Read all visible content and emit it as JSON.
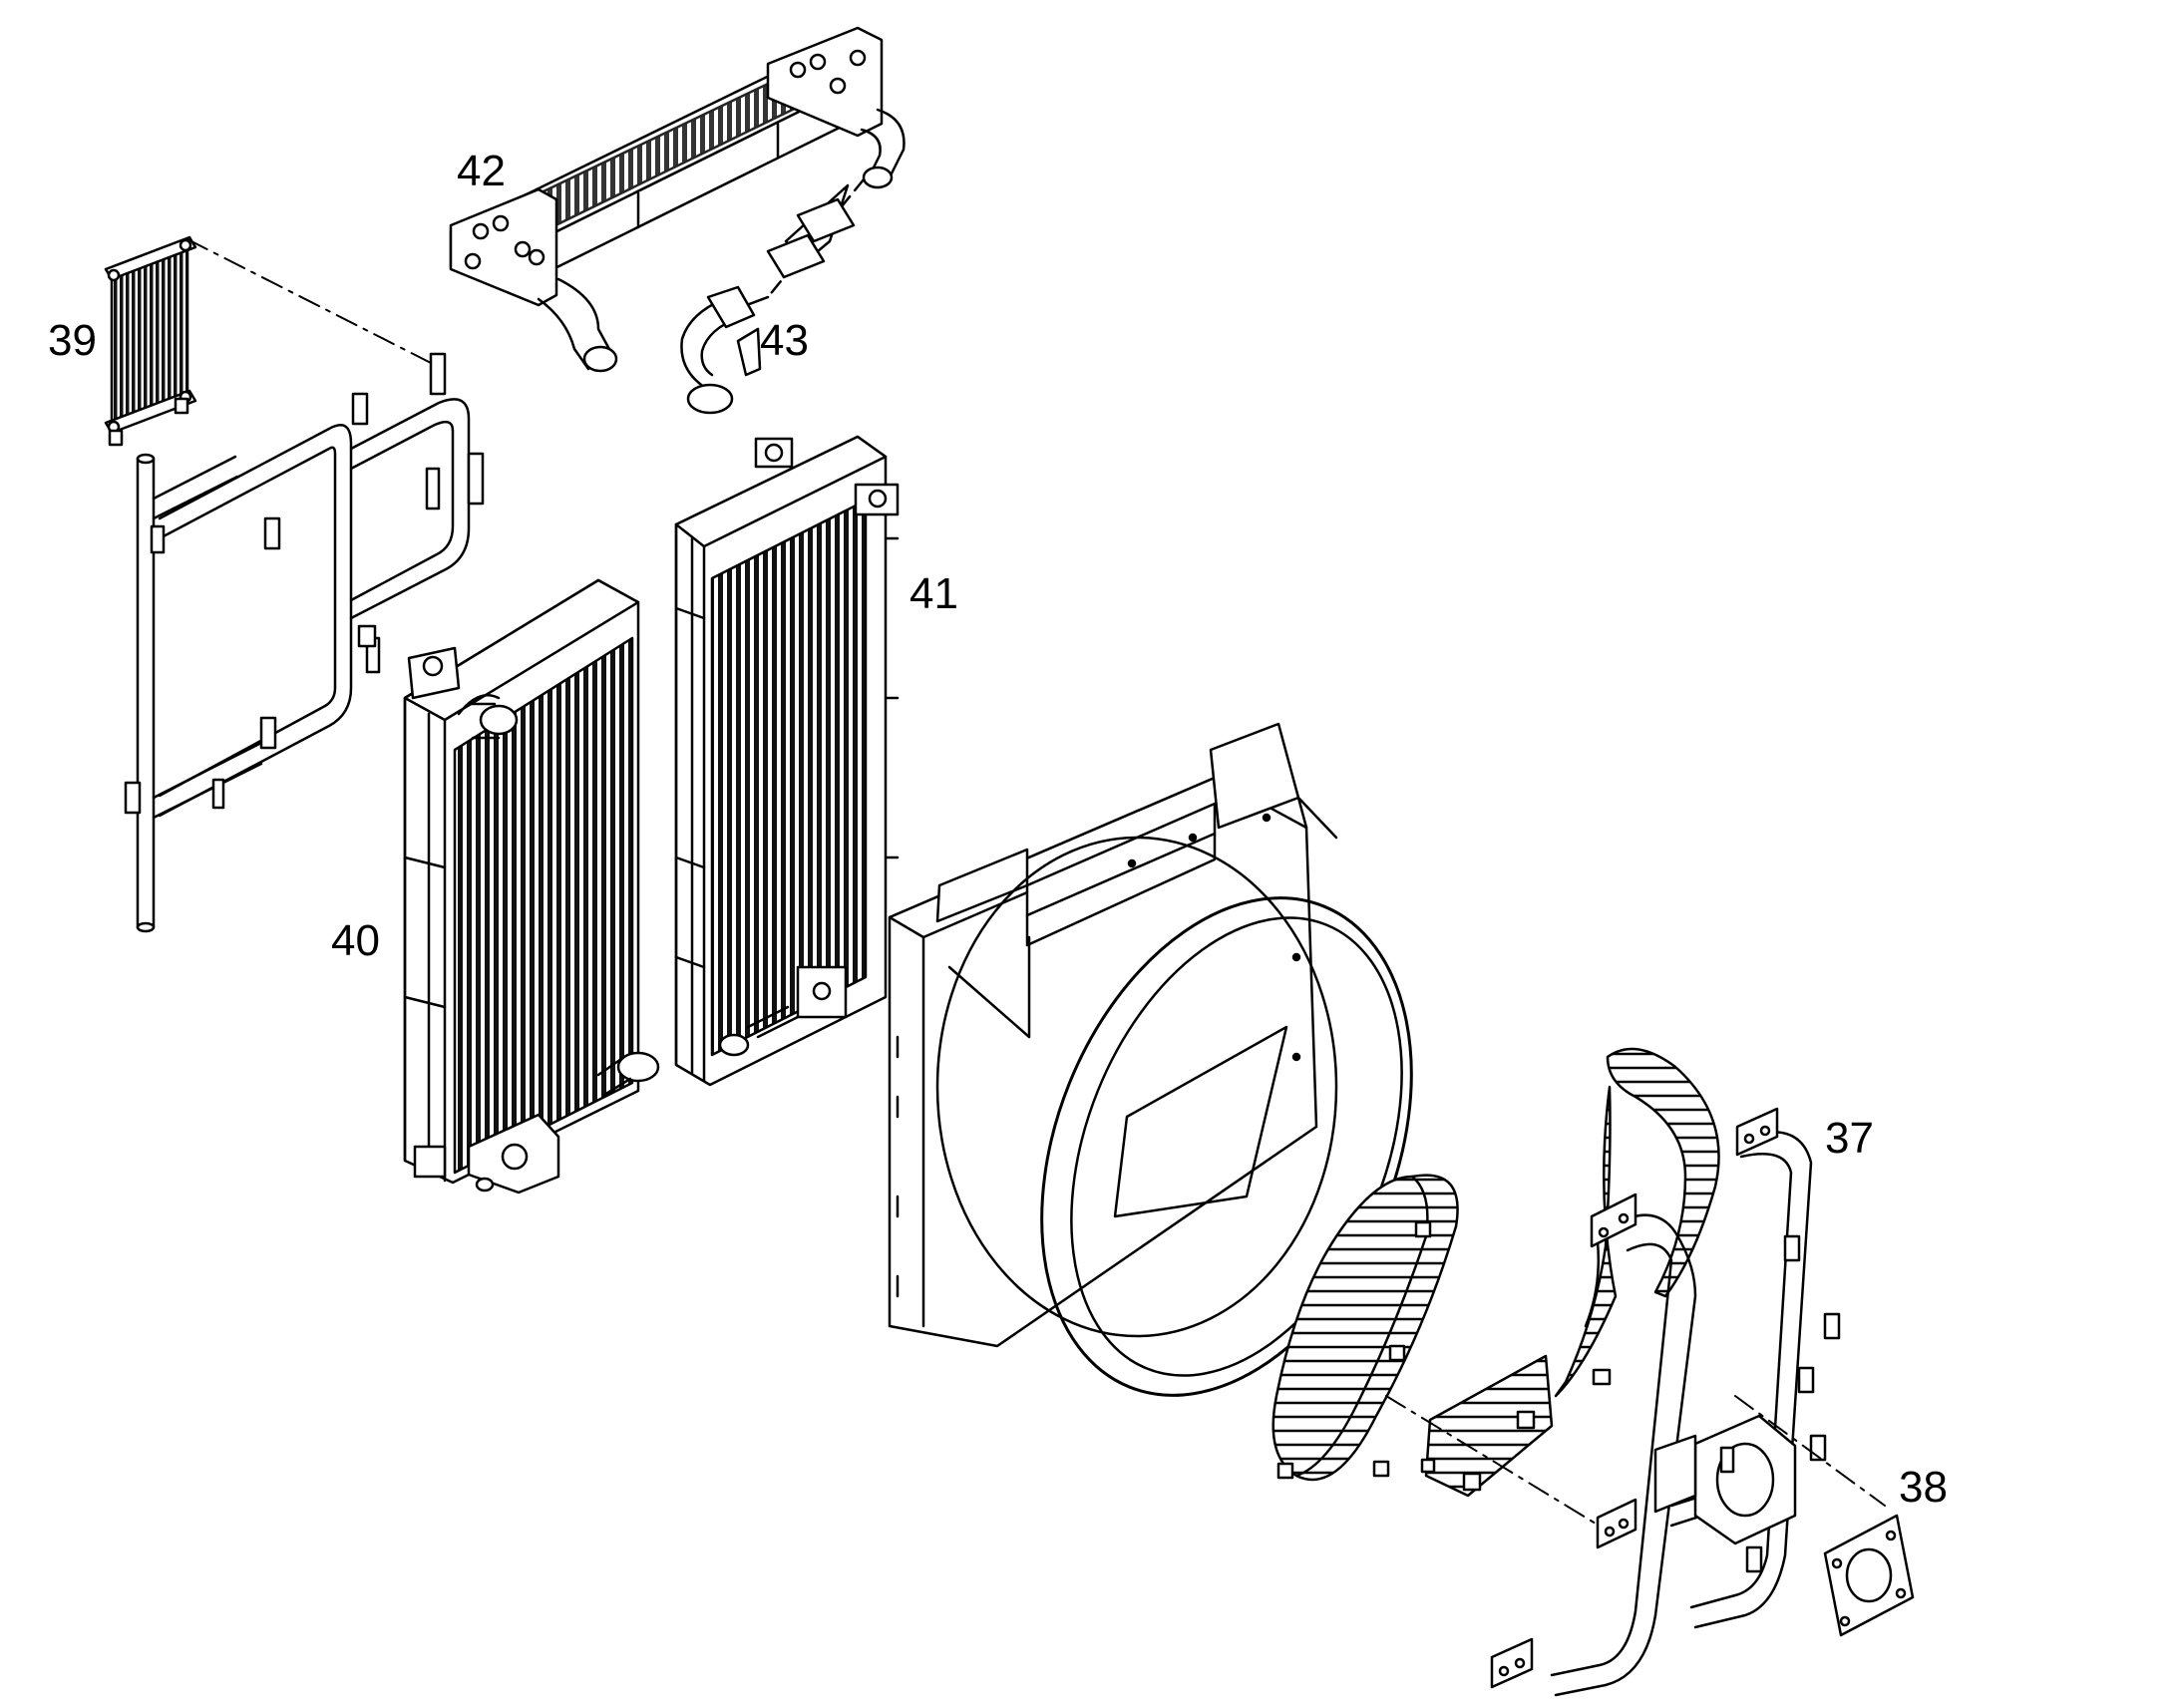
{
  "diagram": {
    "kind": "exploded parts view",
    "line_color": "#000000",
    "background_color": "#ffffff",
    "fill_shaded": "#d9d9d9",
    "fill_dark": "#1a1a1a"
  },
  "callouts": {
    "c37": "37",
    "c38": "38",
    "c39": "39",
    "c40": "40",
    "c41": "41",
    "c42": "42",
    "c43": "43"
  }
}
